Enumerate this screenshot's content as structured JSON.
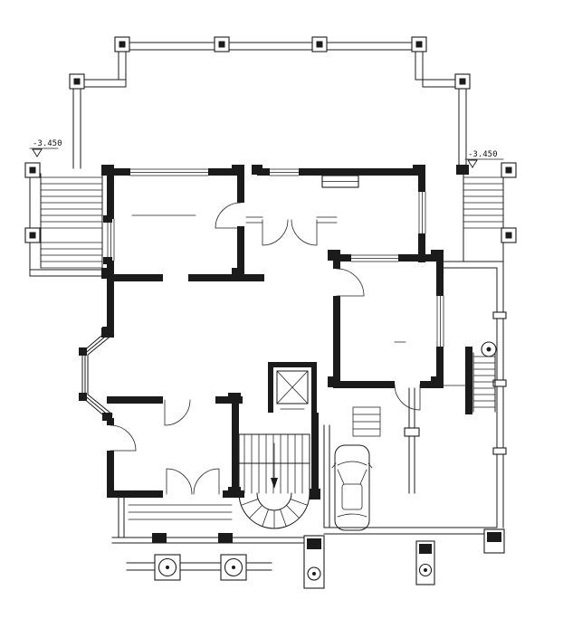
{
  "drawing": {
    "type": "architectural floor plan (CAD)",
    "background_color": "#ffffff",
    "line_color": "#1b1b1b",
    "annotations": {
      "elevation_left": "-3.450",
      "elevation_right": "-3.450"
    },
    "legend": {
      "column_marker": "square pier with filled core",
      "structural_column": "filled black rectangle",
      "door_swing": "quarter-circle arc with leaf line",
      "stair": "parallel tread lines",
      "elevator": "shaft with X-crossed cab",
      "car": "vehicle plan view"
    }
  }
}
